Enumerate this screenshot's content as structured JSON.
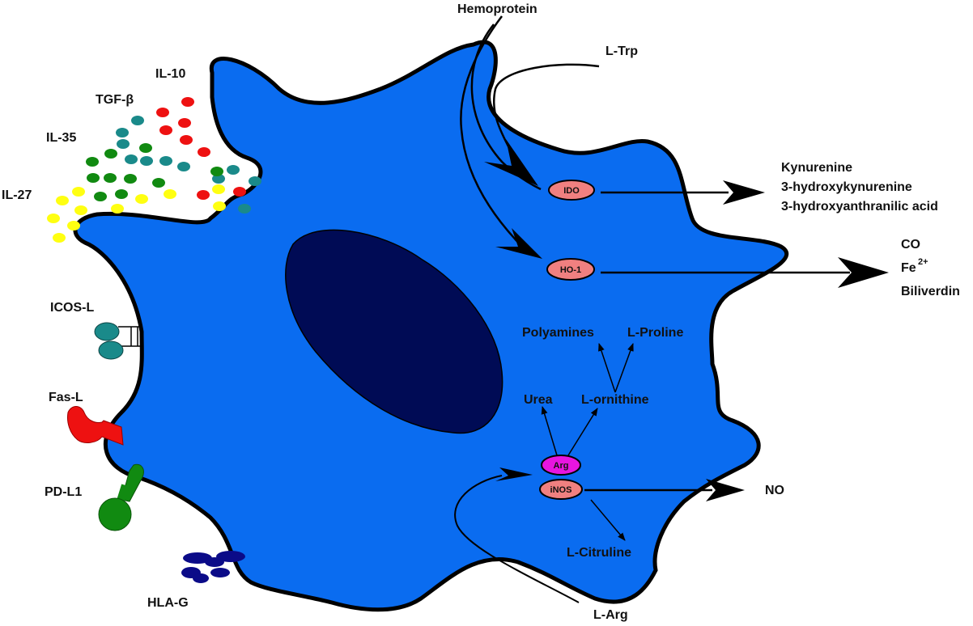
{
  "labels": {
    "il10": "IL-10",
    "tgfb": "TGF-β",
    "il35": "IL-35",
    "il27": "IL-27",
    "icosl": "ICOS-L",
    "fasl": "Fas-L",
    "pdl1": "PD-L1",
    "hlag": "HLA-G",
    "hemoprotein": "Hemoprotein",
    "ltrp": "L-Trp",
    "kyn": "Kynurenine",
    "hk": "3-hydroxykynurenine",
    "haa": "3-hydroxyanthranilic acid",
    "co": "CO",
    "fe": "Fe",
    "fe_sup": "2+",
    "biliverdin": "Biliverdin",
    "polyamines": "Polyamines",
    "lproline": "L-Proline",
    "urea": "Urea",
    "lornithine": "L-ornithine",
    "no": "NO",
    "lcitruline": "L-Citruline",
    "larg": "L-Arg"
  },
  "enzymes": {
    "ido": "IDO",
    "ho1": "HO-1",
    "arg": "Arg",
    "inos": "iNOS"
  },
  "colors": {
    "cell": "#0a6cf0",
    "nucleus": "#000b55",
    "enzyme": "#f08080",
    "arg": "#e815e0",
    "il10": "#ee1111",
    "tgfb": "#1a8a8a",
    "il35": "#118a11",
    "il27": "#ffff11",
    "icosl": "#1a8a8a",
    "fasl": "#ee1111",
    "pdl1": "#118a11",
    "hlag": "#0b0b88"
  }
}
